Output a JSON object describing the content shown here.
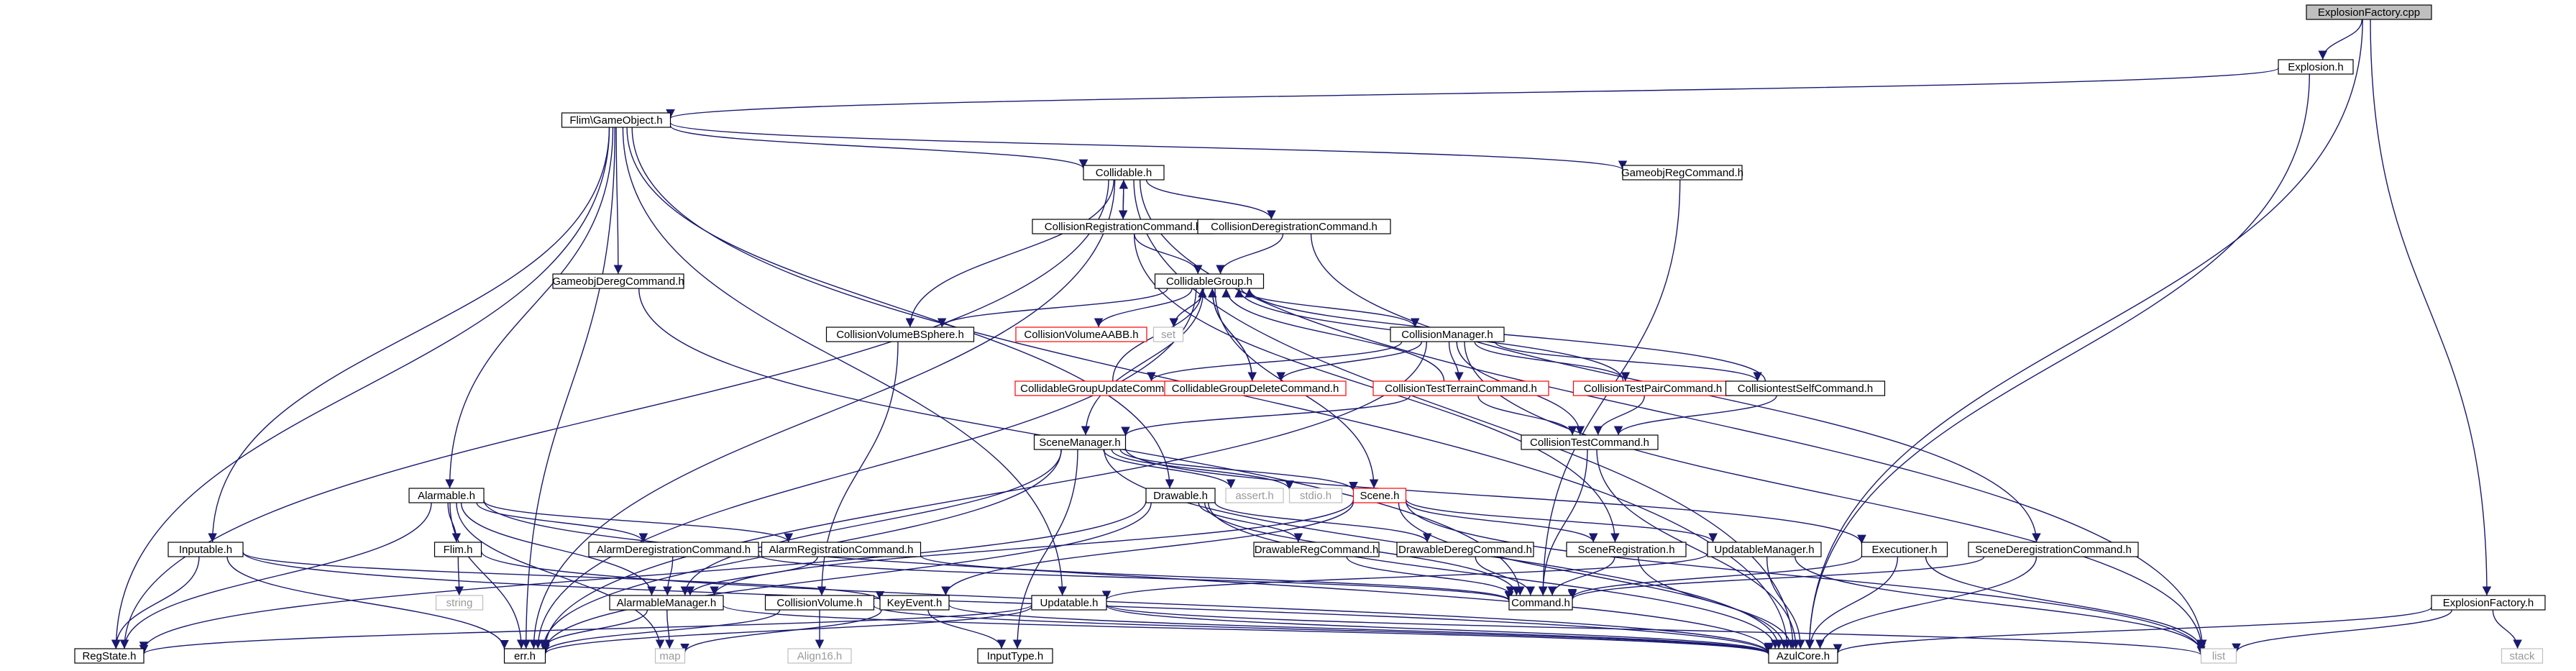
{
  "colors": {
    "edge": "#191970",
    "black_border": "#000000",
    "red_border": "#ff0000",
    "gray_border": "#bfbfbf",
    "root_fill": "#bfbfbf",
    "node_fill": "#ffffff"
  },
  "nodes": [
    {
      "id": "explosionfactory_cpp",
      "label": "ExplosionFactory.cpp",
      "style": "root"
    },
    {
      "id": "explosion_h",
      "label": "Explosion.h",
      "style": "black"
    },
    {
      "id": "flim_gameobject_h",
      "label": "Flim\\GameObject.h",
      "style": "black"
    },
    {
      "id": "collidable_h",
      "label": "Collidable.h",
      "style": "black"
    },
    {
      "id": "gameobjregcommand_h",
      "label": "GameobjRegCommand.h",
      "style": "black"
    },
    {
      "id": "collisionregistrationcommand_h",
      "label": "CollisionRegistrationCommand.h",
      "style": "black"
    },
    {
      "id": "collisionderegistrationcommand_h",
      "label": "CollisionDeregistrationCommand.h",
      "style": "black"
    },
    {
      "id": "gameobjderegcommand_h",
      "label": "GameobjDeregCommand.h",
      "style": "black"
    },
    {
      "id": "collidablegroup_h",
      "label": "CollidableGroup.h",
      "style": "black"
    },
    {
      "id": "collisionvolumebsphere_h",
      "label": "CollisionVolumeBSphere.h",
      "style": "black"
    },
    {
      "id": "collisionvolumeaabb_h",
      "label": "CollisionVolumeAABB.h",
      "style": "red"
    },
    {
      "id": "set",
      "label": "set",
      "style": "gray"
    },
    {
      "id": "collisionmanager_h",
      "label": "CollisionManager.h",
      "style": "black"
    },
    {
      "id": "collidablegroupupdatecommand_h",
      "label": "CollidableGroupUpdateCommand.h",
      "style": "red"
    },
    {
      "id": "collidablegroupdeletecommand_h",
      "label": "CollidableGroupDeleteCommand.h",
      "style": "red"
    },
    {
      "id": "collisiontestterraincommand_h",
      "label": "CollisionTestTerrainCommand.h",
      "style": "red"
    },
    {
      "id": "collisiontestpaircommand_h",
      "label": "CollisionTestPairCommand.h",
      "style": "red"
    },
    {
      "id": "collisiontestselfcommand_h",
      "label": "CollisiontestSelfCommand.h",
      "style": "black"
    },
    {
      "id": "collisiontestcommand_h",
      "label": "CollisionTestCommand.h",
      "style": "black"
    },
    {
      "id": "scenemanager_h",
      "label": "SceneManager.h",
      "style": "black"
    },
    {
      "id": "alarmable_h",
      "label": "Alarmable.h",
      "style": "black"
    },
    {
      "id": "drawable_h",
      "label": "Drawable.h",
      "style": "black"
    },
    {
      "id": "assert_h",
      "label": "assert.h",
      "style": "gray"
    },
    {
      "id": "stdio_h",
      "label": "stdio.h",
      "style": "gray"
    },
    {
      "id": "scene_h",
      "label": "Scene.h",
      "style": "red"
    },
    {
      "id": "inputable_h",
      "label": "Inputable.h",
      "style": "black"
    },
    {
      "id": "flim_h",
      "label": "Flim.h",
      "style": "black"
    },
    {
      "id": "alarmderegistrationcommand_h",
      "label": "AlarmDeregistrationCommand.h",
      "style": "black"
    },
    {
      "id": "alarmregistrationcommand_h",
      "label": "AlarmRegistrationCommand.h",
      "style": "black"
    },
    {
      "id": "drawableregcommand_h",
      "label": "DrawableRegCommand.h",
      "style": "black"
    },
    {
      "id": "drawablederegcommand_h",
      "label": "DrawableDeregCommand.h",
      "style": "black"
    },
    {
      "id": "sceneregistration_h",
      "label": "SceneRegistration.h",
      "style": "black"
    },
    {
      "id": "updatablemanager_h",
      "label": "UpdatableManager.h",
      "style": "black"
    },
    {
      "id": "executioner_h",
      "label": "Executioner.h",
      "style": "black"
    },
    {
      "id": "scenederegistrationcommand_h",
      "label": "SceneDeregistrationCommand.h",
      "style": "black"
    },
    {
      "id": "string",
      "label": "string",
      "style": "gray"
    },
    {
      "id": "alarmablemanager_h",
      "label": "AlarmableManager.h",
      "style": "black"
    },
    {
      "id": "collisionvolume_h",
      "label": "CollisionVolume.h",
      "style": "black"
    },
    {
      "id": "keyevent_h",
      "label": "KeyEvent.h",
      "style": "black"
    },
    {
      "id": "updatable_h",
      "label": "Updatable.h",
      "style": "black"
    },
    {
      "id": "command_h",
      "label": "Command.h",
      "style": "black"
    },
    {
      "id": "explosionfactory_h",
      "label": "ExplosionFactory.h",
      "style": "black"
    },
    {
      "id": "regstate_h",
      "label": "RegState.h",
      "style": "black"
    },
    {
      "id": "err_h",
      "label": "err.h",
      "style": "black"
    },
    {
      "id": "map",
      "label": "map",
      "style": "gray"
    },
    {
      "id": "align16_h",
      "label": "Align16.h",
      "style": "gray"
    },
    {
      "id": "inputtype_h",
      "label": "InputType.h",
      "style": "black"
    },
    {
      "id": "azulcore_h",
      "label": "AzulCore.h",
      "style": "black"
    },
    {
      "id": "list",
      "label": "list",
      "style": "gray"
    },
    {
      "id": "stack",
      "label": "stack",
      "style": "gray"
    }
  ],
  "edges": [
    [
      "explosionfactory_cpp",
      "explosion_h"
    ],
    [
      "explosionfactory_cpp",
      "azulcore_h"
    ],
    [
      "explosionfactory_cpp",
      "explosionfactory_h"
    ],
    [
      "explosion_h",
      "flim_gameobject_h"
    ],
    [
      "explosion_h",
      "azulcore_h"
    ],
    [
      "flim_gameobject_h",
      "collidable_h"
    ],
    [
      "flim_gameobject_h",
      "gameobjregcommand_h"
    ],
    [
      "flim_gameobject_h",
      "gameobjderegcommand_h"
    ],
    [
      "flim_gameobject_h",
      "alarmable_h"
    ],
    [
      "flim_gameobject_h",
      "inputable_h"
    ],
    [
      "flim_gameobject_h",
      "drawable_h"
    ],
    [
      "flim_gameobject_h",
      "updatable_h"
    ],
    [
      "flim_gameobject_h",
      "regstate_h"
    ],
    [
      "flim_gameobject_h",
      "err_h"
    ],
    [
      "flim_gameobject_h",
      "azulcore_h"
    ],
    [
      "collidable_h",
      "collisionregistrationcommand_h"
    ],
    [
      "collidable_h",
      "collisionderegistrationcommand_h"
    ],
    [
      "collidable_h",
      "collisionvolumebsphere_h"
    ],
    [
      "collidable_h",
      "regstate_h"
    ],
    [
      "collidable_h",
      "err_h"
    ],
    [
      "collidable_h",
      "azulcore_h"
    ],
    [
      "collidable_h",
      "list"
    ],
    [
      "collisionregistrationcommand_h",
      "collidable_h"
    ],
    [
      "collisionregistrationcommand_h",
      "collidablegroup_h"
    ],
    [
      "collisionregistrationcommand_h",
      "sceneregistration_h"
    ],
    [
      "collisionderegistrationcommand_h",
      "collidablegroup_h"
    ],
    [
      "collisionderegistrationcommand_h",
      "scenederegistrationcommand_h"
    ],
    [
      "gameobjregcommand_h",
      "command_h"
    ],
    [
      "gameobjderegcommand_h",
      "command_h"
    ],
    [
      "collidablegroup_h",
      "collisionvolumebsphere_h"
    ],
    [
      "collidablegroup_h",
      "collisionvolumeaabb_h"
    ],
    [
      "collidablegroup_h",
      "set"
    ],
    [
      "collidablegroup_h",
      "collisionmanager_h"
    ],
    [
      "collidablegroup_h",
      "collidablegroupdeletecommand_h"
    ],
    [
      "collidablegroup_h",
      "scenemanager_h"
    ],
    [
      "collidablegroup_h",
      "err_h"
    ],
    [
      "collidablegroup_h",
      "scene_h"
    ],
    [
      "collidablegroupupdatecommand_h",
      "collidablegroup_h"
    ],
    [
      "collidablegroupdeletecommand_h",
      "collidablegroup_h"
    ],
    [
      "collisiontestterraincommand_h",
      "collidablegroup_h"
    ],
    [
      "collisiontestpaircommand_h",
      "collidablegroup_h"
    ],
    [
      "collisiontestselfcommand_h",
      "collidablegroup_h"
    ],
    [
      "collisionmanager_h",
      "collidablegroupupdatecommand_h"
    ],
    [
      "collisionmanager_h",
      "collidablegroupdeletecommand_h"
    ],
    [
      "collisionmanager_h",
      "collisiontestterraincommand_h"
    ],
    [
      "collisionmanager_h",
      "collisiontestpaircommand_h"
    ],
    [
      "collisionmanager_h",
      "collisiontestselfcommand_h"
    ],
    [
      "collisionmanager_h",
      "collisiontestcommand_h"
    ],
    [
      "collisionmanager_h",
      "list"
    ],
    [
      "collisionmanager_h",
      "err_h"
    ],
    [
      "collisiontestterraincommand_h",
      "collisiontestcommand_h"
    ],
    [
      "collisiontestterraincommand_h",
      "scenemanager_h"
    ],
    [
      "collisiontestpaircommand_h",
      "collisiontestcommand_h"
    ],
    [
      "collisiontestselfcommand_h",
      "collisiontestcommand_h"
    ],
    [
      "collisiontestcommand_h",
      "command_h"
    ],
    [
      "collisiontestcommand_h",
      "azulcore_h"
    ],
    [
      "collisionvolumebsphere_h",
      "collisionvolume_h"
    ],
    [
      "scenemanager_h",
      "assert_h"
    ],
    [
      "scenemanager_h",
      "stdio_h"
    ],
    [
      "scenemanager_h",
      "scene_h"
    ],
    [
      "scenemanager_h",
      "executioner_h"
    ],
    [
      "scenemanager_h",
      "alarmablemanager_h"
    ],
    [
      "scenemanager_h",
      "inputtype_h"
    ],
    [
      "scenemanager_h",
      "err_h"
    ],
    [
      "scenemanager_h",
      "azulcore_h"
    ],
    [
      "scene_h",
      "sceneregistration_h"
    ],
    [
      "scene_h",
      "updatablemanager_h"
    ],
    [
      "scene_h",
      "alarmablemanager_h"
    ],
    [
      "scene_h",
      "keyevent_h"
    ],
    [
      "scene_h",
      "azulcore_h"
    ],
    [
      "scene_h",
      "list"
    ],
    [
      "drawable_h",
      "drawableregcommand_h"
    ],
    [
      "drawable_h",
      "drawablederegcommand_h"
    ],
    [
      "drawable_h",
      "regstate_h"
    ],
    [
      "drawable_h",
      "azulcore_h"
    ],
    [
      "drawable_h",
      "err_h"
    ],
    [
      "drawable_h",
      "command_h"
    ],
    [
      "alarmable_h",
      "flim_h"
    ],
    [
      "alarmable_h",
      "alarmderegistrationcommand_h"
    ],
    [
      "alarmable_h",
      "alarmregistrationcommand_h"
    ],
    [
      "alarmable_h",
      "alarmablemanager_h"
    ],
    [
      "alarmable_h",
      "regstate_h"
    ],
    [
      "alarmable_h",
      "err_h"
    ],
    [
      "alarmable_h",
      "azulcore_h"
    ],
    [
      "alarmable_h",
      "map"
    ],
    [
      "inputable_h",
      "keyevent_h"
    ],
    [
      "inputable_h",
      "regstate_h"
    ],
    [
      "inputable_h",
      "err_h"
    ],
    [
      "inputable_h",
      "azulcore_h"
    ],
    [
      "flim_h",
      "string"
    ],
    [
      "flim_h",
      "azulcore_h"
    ],
    [
      "alarmderegistrationcommand_h",
      "alarmablemanager_h"
    ],
    [
      "alarmderegistrationcommand_h",
      "command_h"
    ],
    [
      "alarmregistrationcommand_h",
      "alarmablemanager_h"
    ],
    [
      "alarmregistrationcommand_h",
      "command_h"
    ],
    [
      "drawableregcommand_h",
      "command_h"
    ],
    [
      "drawablederegcommand_h",
      "command_h"
    ],
    [
      "sceneregistration_h",
      "command_h"
    ],
    [
      "sceneregistration_h",
      "azulcore_h"
    ],
    [
      "scenederegistrationcommand_h",
      "command_h"
    ],
    [
      "scenederegistrationcommand_h",
      "azulcore_h"
    ],
    [
      "updatablemanager_h",
      "updatable_h"
    ],
    [
      "updatablemanager_h",
      "azulcore_h"
    ],
    [
      "updatablemanager_h",
      "list"
    ],
    [
      "executioner_h",
      "command_h"
    ],
    [
      "executioner_h",
      "azulcore_h"
    ],
    [
      "executioner_h",
      "list"
    ],
    [
      "alarmablemanager_h",
      "map"
    ],
    [
      "alarmablemanager_h",
      "err_h"
    ],
    [
      "alarmablemanager_h",
      "azulcore_h"
    ],
    [
      "collisionvolume_h",
      "align16_h"
    ],
    [
      "collisionvolume_h",
      "err_h"
    ],
    [
      "collisionvolume_h",
      "azulcore_h"
    ],
    [
      "keyevent_h",
      "inputtype_h"
    ],
    [
      "keyevent_h",
      "map"
    ],
    [
      "keyevent_h",
      "azulcore_h"
    ],
    [
      "updatable_h",
      "regstate_h"
    ],
    [
      "updatable_h",
      "err_h"
    ],
    [
      "updatable_h",
      "azulcore_h"
    ],
    [
      "updatable_h",
      "list"
    ],
    [
      "explosionfactory_h",
      "azulcore_h"
    ],
    [
      "explosionfactory_h",
      "list"
    ],
    [
      "explosionfactory_h",
      "stack"
    ]
  ]
}
